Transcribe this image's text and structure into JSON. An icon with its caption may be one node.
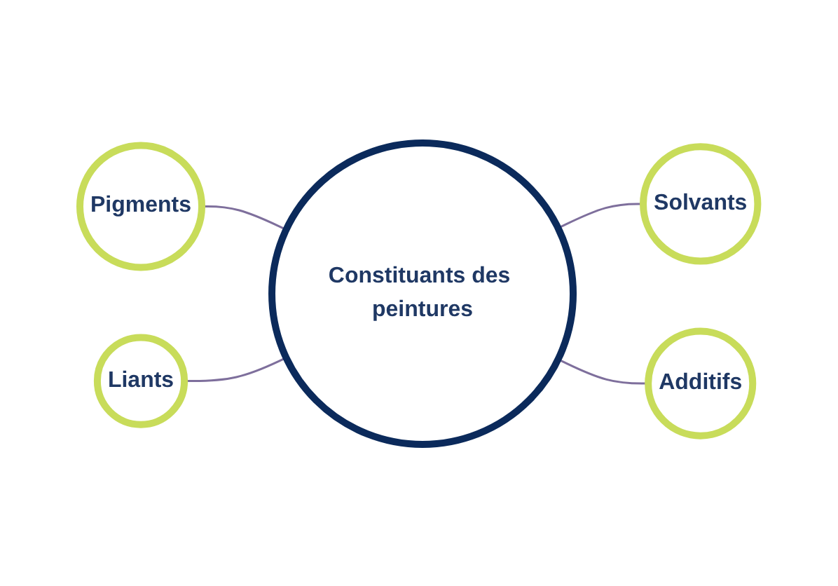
{
  "diagram": {
    "nodes": [
      {
        "text": [
          "Liants"
        ]
      },
      {
        "text": [
          "Pigments"
        ]
      },
      {
        "text": [
          "Constituants des peintures"
        ]
      },
      {
        "text": [
          "Solvants"
        ]
      },
      {
        "text": [
          "Additifs"
        ]
      }
    ],
    "edges": [
      {
        "from": 1,
        "to": 2,
        "arrow": "none"
      },
      {
        "from": 2,
        "to": 3,
        "arrow": "none"
      },
      {
        "from": 0,
        "to": 2,
        "arrow": "none"
      },
      {
        "from": 2,
        "to": 4,
        "arrow": "none"
      }
    ]
  }
}
